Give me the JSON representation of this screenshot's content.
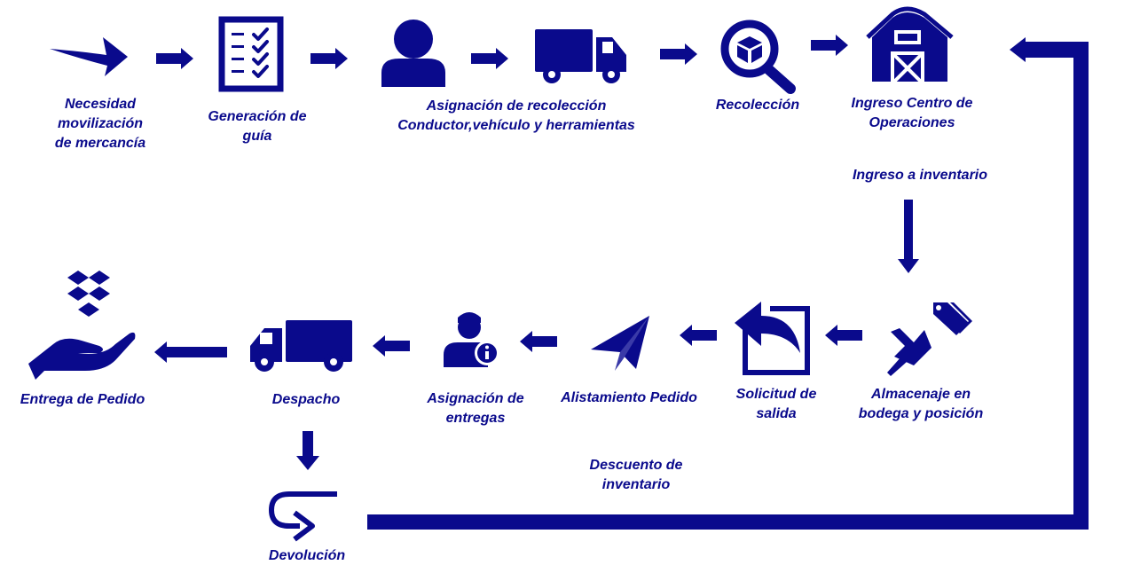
{
  "colors": {
    "primary": "#0a0a8c",
    "background": "#ffffff"
  },
  "steps": [
    {
      "icon": "arrow-swoosh-icon",
      "label": "Necesidad\nmovilización\nde mercancía"
    },
    {
      "icon": "checklist-icon",
      "label": "Generación de\nguía"
    },
    {
      "icon": "person-icon",
      "label": "Asignación de recolección\nConductor,vehículo y herramientas"
    },
    {
      "icon": "truck-icon",
      "label": ""
    },
    {
      "icon": "magnifier-box-icon",
      "label": "Recolección"
    },
    {
      "icon": "barn-warehouse-icon",
      "label": "Ingreso Centro de\nOperaciones"
    },
    {
      "icon": "pushpin-tag-icon",
      "label": "Almacenaje en\nbodega y posición"
    },
    {
      "icon": "reply-document-icon",
      "label": "Solicitud de\nsalida"
    },
    {
      "icon": "paper-plane-icon",
      "label": "Alistamiento Pedido"
    },
    {
      "icon": "agent-info-icon",
      "label": "Asignación de\nentregas"
    },
    {
      "icon": "delivery-truck-icon",
      "label": "Despacho"
    },
    {
      "icon": "hand-boxes-icon",
      "label": "Entrega de Pedido"
    },
    {
      "icon": "return-arrow-icon",
      "label": "Devolución"
    }
  ],
  "annotations": {
    "ingreso_inventario": "Ingreso a inventario",
    "descuento_inventario": "Descuento de\ninventario"
  }
}
